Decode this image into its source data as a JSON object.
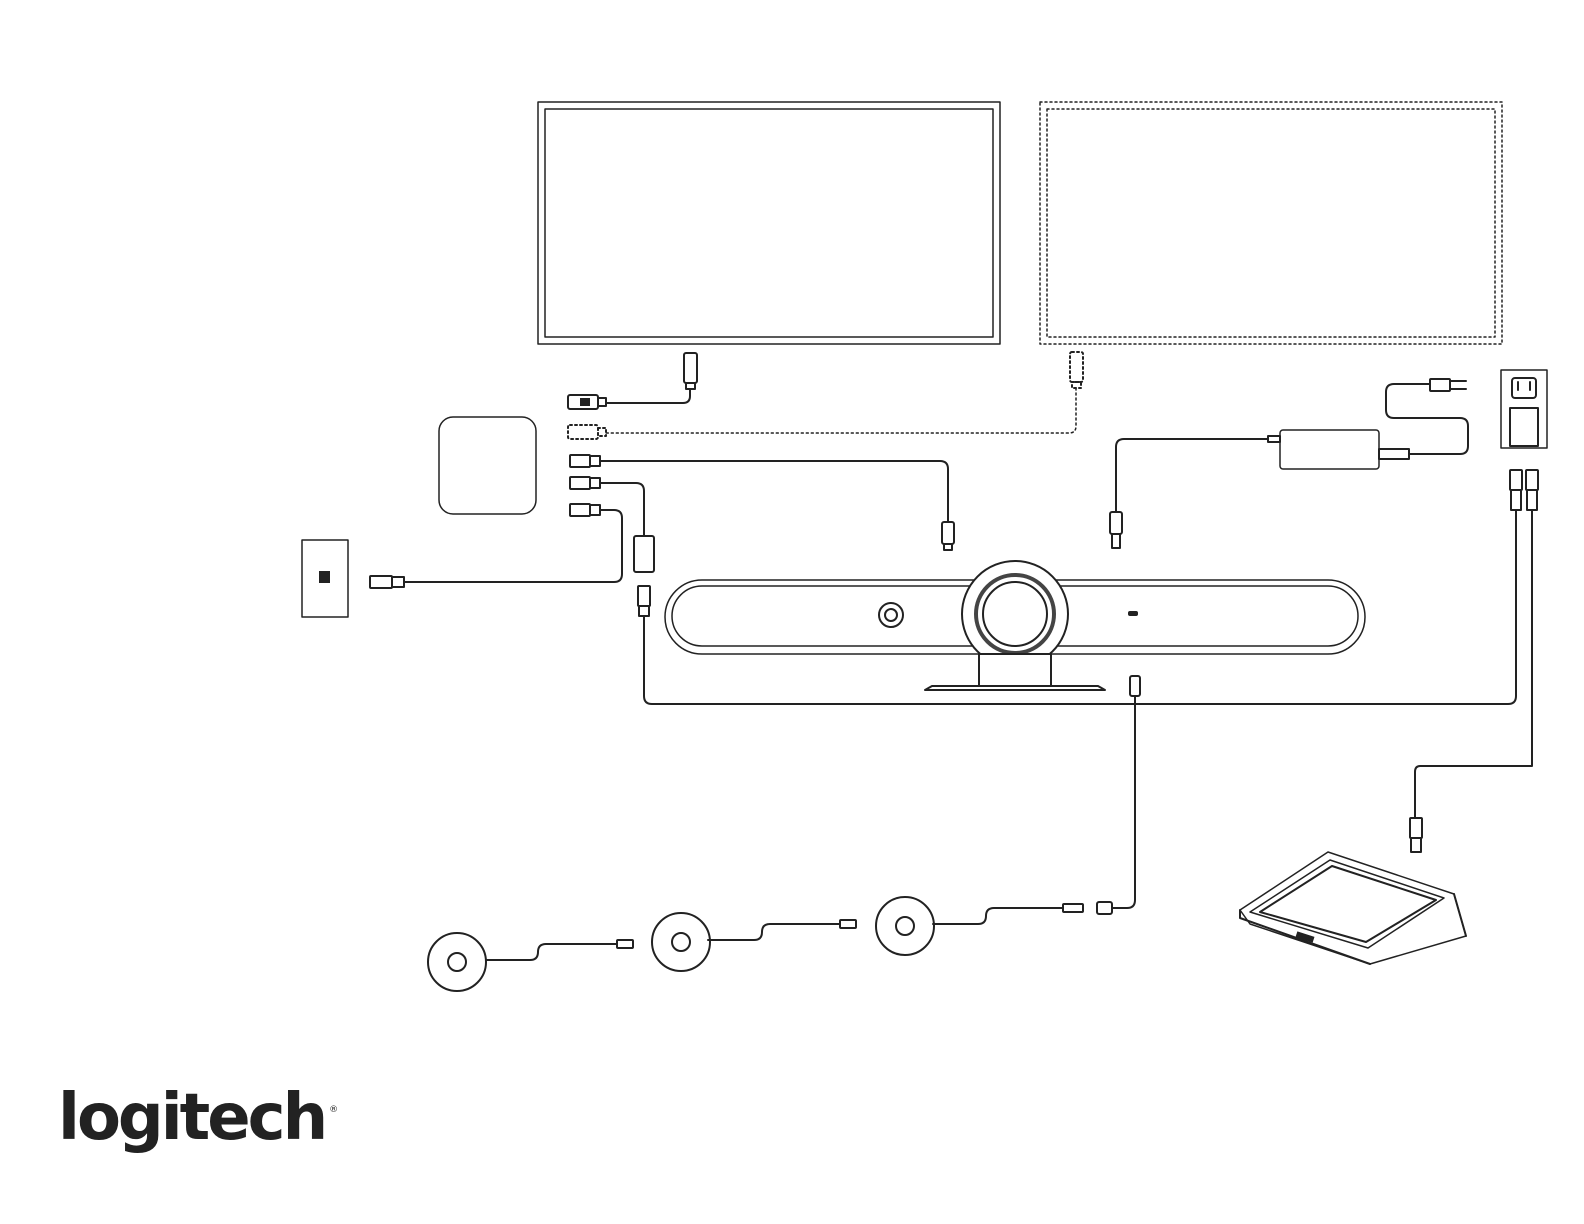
{
  "brand": {
    "logo_text": "logitech",
    "trademark": "®"
  },
  "colors": {
    "stroke": "#222222",
    "background": "#ffffff",
    "lens_ring": "#444444"
  },
  "diagram": {
    "components": [
      {
        "name": "primary-display"
      },
      {
        "name": "optional-secondary-display",
        "style": "dotted"
      },
      {
        "name": "mini-pc"
      },
      {
        "name": "wall-network-jack"
      },
      {
        "name": "video-bar"
      },
      {
        "name": "power-adapter"
      },
      {
        "name": "wall-power-outlet"
      },
      {
        "name": "touch-controller"
      },
      {
        "name": "expansion-microphone",
        "count": 3
      }
    ],
    "connections": [
      {
        "name": "hdmi-cable-display-1"
      },
      {
        "name": "hdmi-cable-display-2-optional"
      },
      {
        "name": "usb-cable-pc-to-videobar"
      },
      {
        "name": "usb-cable-pc-to-adapter"
      },
      {
        "name": "ethernet-cable-wall-to-pc"
      },
      {
        "name": "ethernet-cable-videobar-to-poe"
      },
      {
        "name": "power-cable-adapter-to-videobar"
      },
      {
        "name": "ac-cord-adapter-to-outlet"
      },
      {
        "name": "ethernet-cable-poe-to-touch-controller"
      },
      {
        "name": "mic-chain-cable"
      }
    ]
  }
}
